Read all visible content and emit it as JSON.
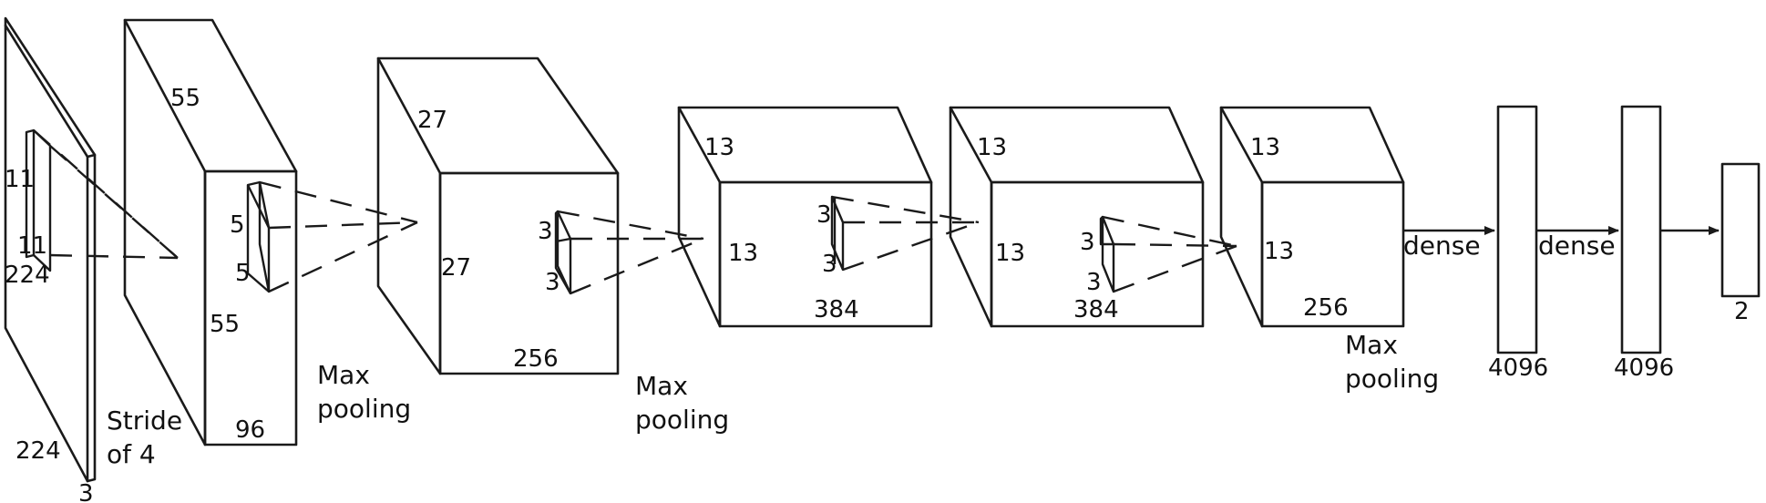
{
  "input": {
    "height": "224",
    "width": "224",
    "channels": "3",
    "kernel_h": "11",
    "kernel_w": "11"
  },
  "stride": {
    "line1": "Stride",
    "line2": "of 4"
  },
  "conv1": {
    "height": "55",
    "width": "55",
    "depth": "96",
    "kernel_h": "5",
    "kernel_w": "5"
  },
  "pool1": {
    "line1": "Max",
    "line2": "pooling"
  },
  "conv2": {
    "height": "27",
    "width": "27",
    "depth": "256",
    "kernel_h": "3",
    "kernel_w": "3"
  },
  "pool2": {
    "line1": "Max",
    "line2": "pooling"
  },
  "conv3": {
    "height": "13",
    "width": "13",
    "depth": "384",
    "kernel_h": "3",
    "kernel_w": "3"
  },
  "conv4": {
    "height": "13",
    "width": "13",
    "depth": "384",
    "kernel_h": "3",
    "kernel_w": "3"
  },
  "conv5": {
    "height": "13",
    "width": "13",
    "depth": "256"
  },
  "pool3": {
    "line1": "Max",
    "line2": "pooling"
  },
  "dense1": {
    "label": "dense",
    "units": "4096"
  },
  "dense2": {
    "label": "dense",
    "units": "4096"
  },
  "output": {
    "units": "2"
  }
}
